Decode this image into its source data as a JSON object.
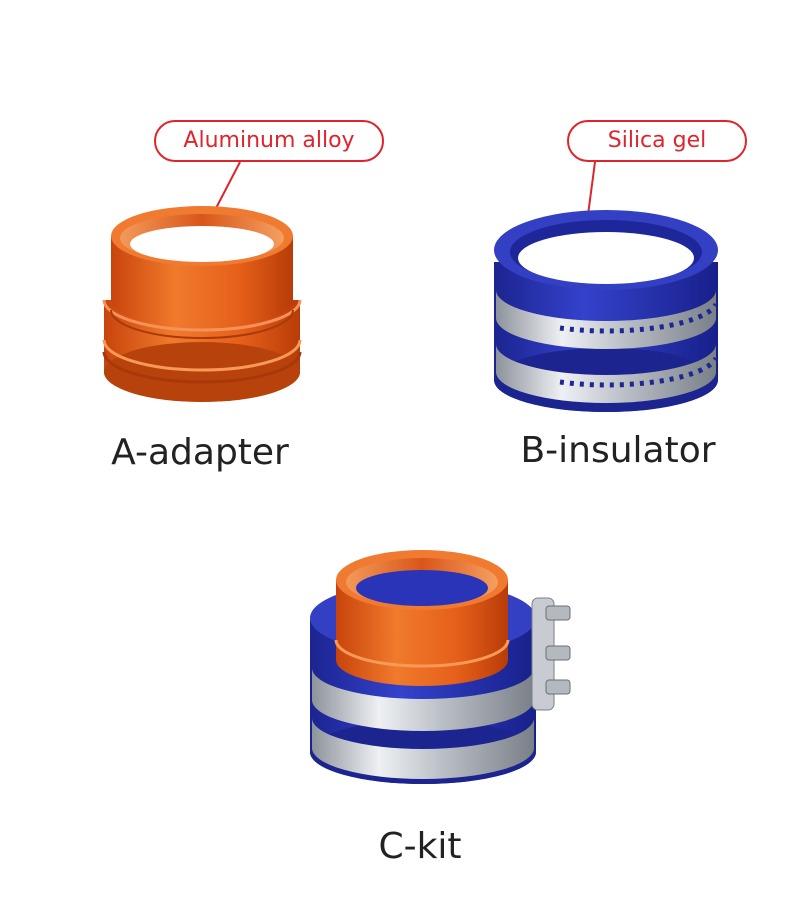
{
  "products": [
    {
      "caption": "A-adapter",
      "material": "Aluminum alloy"
    },
    {
      "caption": "B-insulator",
      "material": "Silica gel"
    },
    {
      "caption": "C-kit"
    }
  ],
  "colors": {
    "callout_red": "#e0242c",
    "aluminum_orange": "#e8621a",
    "silicone_blue": "#2a34b8",
    "steel": "#c8ccd2"
  }
}
